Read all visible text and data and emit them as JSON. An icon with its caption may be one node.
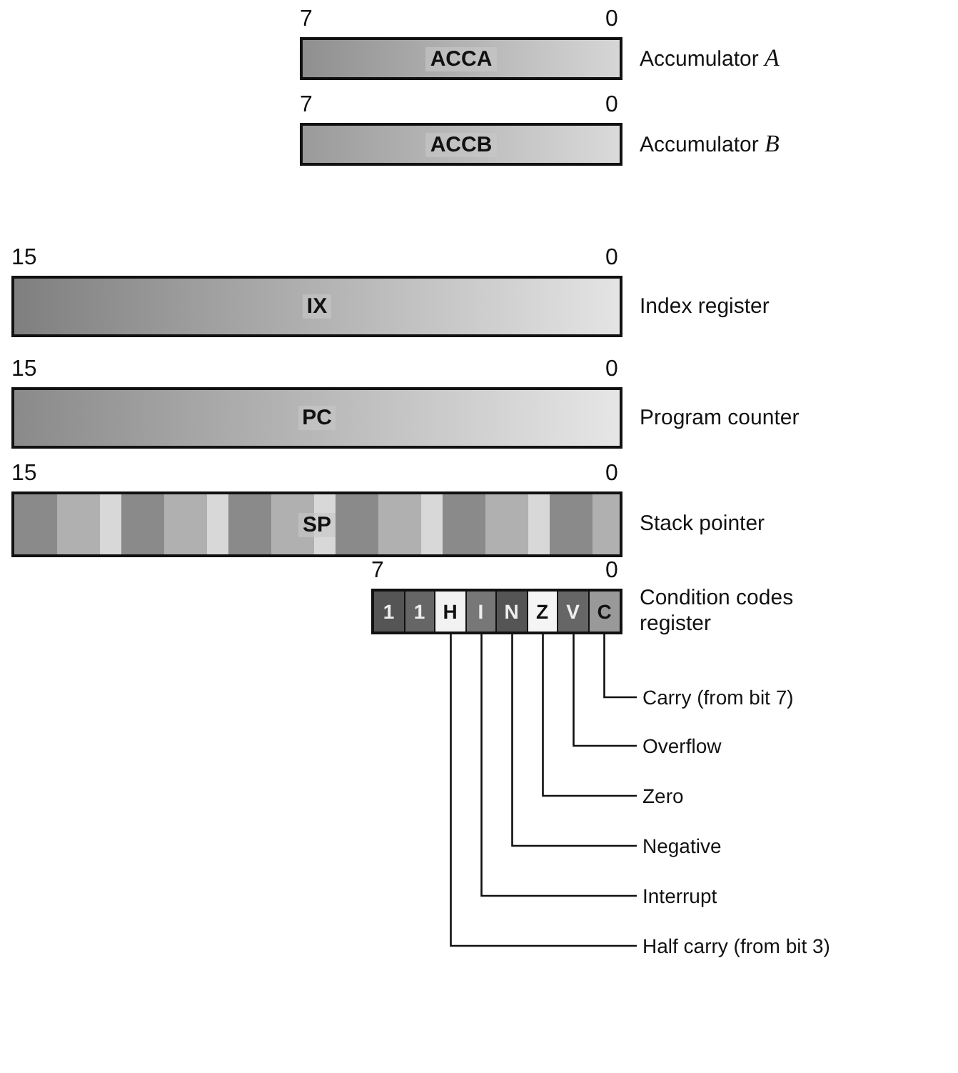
{
  "diagram": {
    "nodes": [
      {
        "text": [
          "ACCA"
        ],
        "beside": [
          "7",
          "0",
          "Accumulator *A*"
        ]
      },
      {
        "text": [
          "ACCB"
        ],
        "beside": [
          "7",
          "0",
          "Accumulator *B*"
        ]
      },
      {
        "text": [
          "IX"
        ],
        "beside": [
          "15",
          "0",
          "Index register"
        ]
      },
      {
        "text": [
          "PC"
        ],
        "beside": [
          "15",
          "0",
          "Program counter"
        ]
      },
      {
        "text": [
          "SP"
        ],
        "beside": [
          "15",
          "0",
          "Stack pointer"
        ]
      },
      {
        "text": [],
        "shape": "box",
        "beside": [
          "7",
          "0",
          "Condition codes register"
        ]
      },
      {
        "text": [
          "1"
        ],
        "in": 5
      },
      {
        "text": [
          "1"
        ],
        "in": 5
      },
      {
        "text": [
          "H"
        ],
        "in": 5
      },
      {
        "text": [
          "I"
        ],
        "in": 5
      },
      {
        "text": [
          "N"
        ],
        "in": 5
      },
      {
        "text": [
          "Z"
        ],
        "in": 5
      },
      {
        "text": [
          "V"
        ],
        "in": 5
      },
      {
        "text": [
          "C"
        ],
        "in": 5
      },
      {
        "text": [
          "Carry (from bit 7)"
        ]
      },
      {
        "text": [
          "Overflow"
        ]
      },
      {
        "text": [
          "Zero"
        ]
      },
      {
        "text": [
          "Negative"
        ]
      },
      {
        "text": [
          "Interrupt"
        ]
      },
      {
        "text": [
          "Half carry (from bit 3)"
        ]
      }
    ],
    "edges": [
      {
        "from": 13,
        "to": 14,
        "arrow": "none"
      },
      {
        "from": 12,
        "to": 15,
        "arrow": "none"
      },
      {
        "from": 11,
        "to": 16,
        "arrow": "none"
      },
      {
        "from": 10,
        "to": 17,
        "arrow": "none"
      },
      {
        "from": 9,
        "to": 18,
        "arrow": "none"
      },
      {
        "from": 8,
        "to": 19,
        "arrow": "none"
      }
    ]
  }
}
